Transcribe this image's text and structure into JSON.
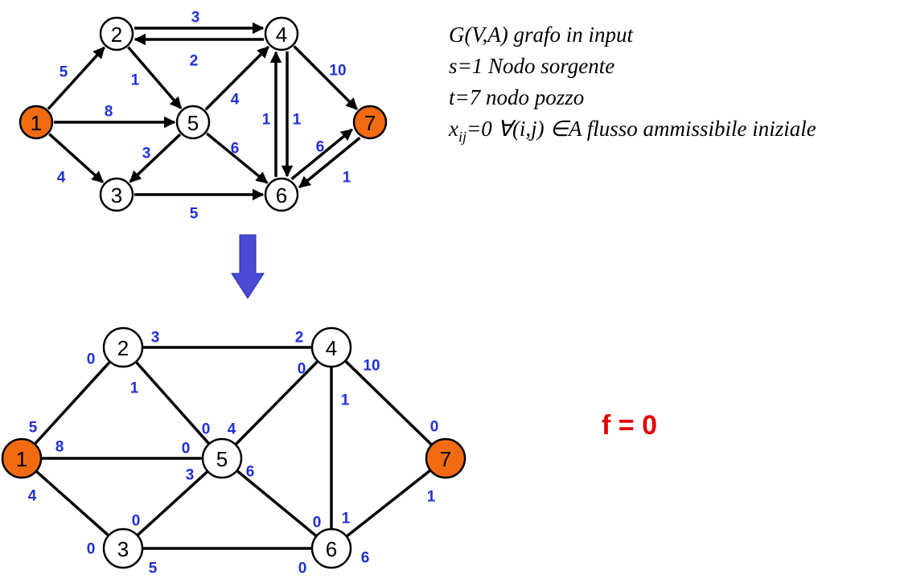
{
  "colors": {
    "source_sink": "#f26b12",
    "node": "#ffffff",
    "capacity_text": "#1f2fd8",
    "flow_text": "#e00000",
    "arrow": "#4a4ad6"
  },
  "input_graph": {
    "nodes": [
      {
        "id": "1",
        "role": "source"
      },
      {
        "id": "2",
        "role": "node"
      },
      {
        "id": "3",
        "role": "node"
      },
      {
        "id": "4",
        "role": "node"
      },
      {
        "id": "5",
        "role": "node"
      },
      {
        "id": "6",
        "role": "node"
      },
      {
        "id": "7",
        "role": "sink"
      }
    ],
    "arcs": [
      {
        "from": "1",
        "to": "2",
        "capacity": "5"
      },
      {
        "from": "1",
        "to": "5",
        "capacity": "8"
      },
      {
        "from": "1",
        "to": "3",
        "capacity": "4"
      },
      {
        "from": "2",
        "to": "4",
        "capacity": "3"
      },
      {
        "from": "4",
        "to": "2",
        "capacity": "2"
      },
      {
        "from": "2",
        "to": "5",
        "capacity": "1"
      },
      {
        "from": "5",
        "to": "4",
        "capacity": "4"
      },
      {
        "from": "5",
        "to": "3",
        "capacity": "3"
      },
      {
        "from": "5",
        "to": "6",
        "capacity": "6"
      },
      {
        "from": "3",
        "to": "6",
        "capacity": "5"
      },
      {
        "from": "4",
        "to": "7",
        "capacity": "10"
      },
      {
        "from": "6",
        "to": "4",
        "capacity": "1"
      },
      {
        "from": "4",
        "to": "6",
        "capacity": "1"
      },
      {
        "from": "6",
        "to": "7",
        "capacity": "6"
      },
      {
        "from": "7",
        "to": "6",
        "capacity": "1"
      }
    ]
  },
  "residual_graph": {
    "nodes": [
      "1",
      "2",
      "3",
      "4",
      "5",
      "6",
      "7"
    ],
    "edges": [
      {
        "a": "1",
        "b": "2",
        "label_a": "5",
        "label_b": "0"
      },
      {
        "a": "1",
        "b": "5",
        "label_a": "8",
        "label_b": "0"
      },
      {
        "a": "1",
        "b": "3",
        "label_a": "4",
        "label_b": "0"
      },
      {
        "a": "2",
        "b": "4",
        "label_a": "3",
        "label_b": "2"
      },
      {
        "a": "2",
        "b": "5",
        "label_a": "1",
        "label_b": "0"
      },
      {
        "a": "5",
        "b": "4",
        "label_a": "4",
        "label_b": "0"
      },
      {
        "a": "5",
        "b": "3",
        "label_a": "3",
        "label_b": "0"
      },
      {
        "a": "5",
        "b": "6",
        "label_a": "6",
        "label_b": "0"
      },
      {
        "a": "3",
        "b": "6",
        "label_a": "5",
        "label_b": "0"
      },
      {
        "a": "4",
        "b": "7",
        "label_a": "10",
        "label_b": "0"
      },
      {
        "a": "4",
        "b": "6",
        "label_a": "1",
        "label_b": "1"
      },
      {
        "a": "6",
        "b": "7",
        "label_a": "6",
        "label_b": "1"
      }
    ]
  },
  "info": {
    "line1": "G(V,A) grafo in input",
    "line2": "s=1 Nodo sorgente",
    "line3": "t=7 nodo pozzo",
    "line4_prefix": "x",
    "line4_sub": "ij",
    "line4_suffix": "=0  ∀(i,j) ∈A flusso ammissibile iniziale"
  },
  "flow_value": "f = 0"
}
